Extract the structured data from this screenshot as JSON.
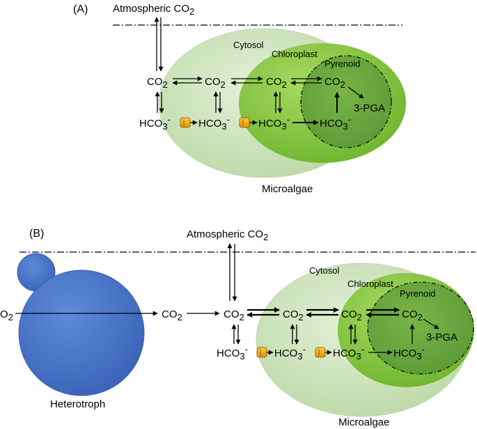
{
  "panel_a": {
    "label": "(A)",
    "atmospheric_co2": {
      "main": "Atmospheric CO",
      "sub": "2"
    },
    "cytosol": "Cytosol",
    "chloroplast": "Chloroplast",
    "pyrenoid": "Pyrenoid",
    "co2": {
      "main": "CO",
      "sub": "2"
    },
    "hco3": {
      "main": "HCO",
      "sub": "3",
      "sup": "-"
    },
    "pga": "3-PGA",
    "microalgae": "Microalgae"
  },
  "panel_b": {
    "label": "(B)",
    "atmospheric_co2": {
      "main": "Atmospheric CO",
      "sub": "2"
    },
    "o2": {
      "main": "O",
      "sub": "2"
    },
    "cytosol": "Cytosol",
    "chloroplast": "Chloroplast",
    "pyrenoid": "Pyrenoid",
    "co2": {
      "main": "CO",
      "sub": "2"
    },
    "hco3": {
      "main": "HCO",
      "sub": "3",
      "sup": "-"
    },
    "pga": "3-PGA",
    "heterotroph": "Heterotroph",
    "microalgae": "Microalgae"
  },
  "colors": {
    "cytosol_fill": "#cfe4bf",
    "chloroplast_fill": "#8fcf4a",
    "pyrenoid_fill": "#6aab3f",
    "heterotroph_fill": "#4a74c9",
    "transporter_fill": "#f0a800"
  }
}
